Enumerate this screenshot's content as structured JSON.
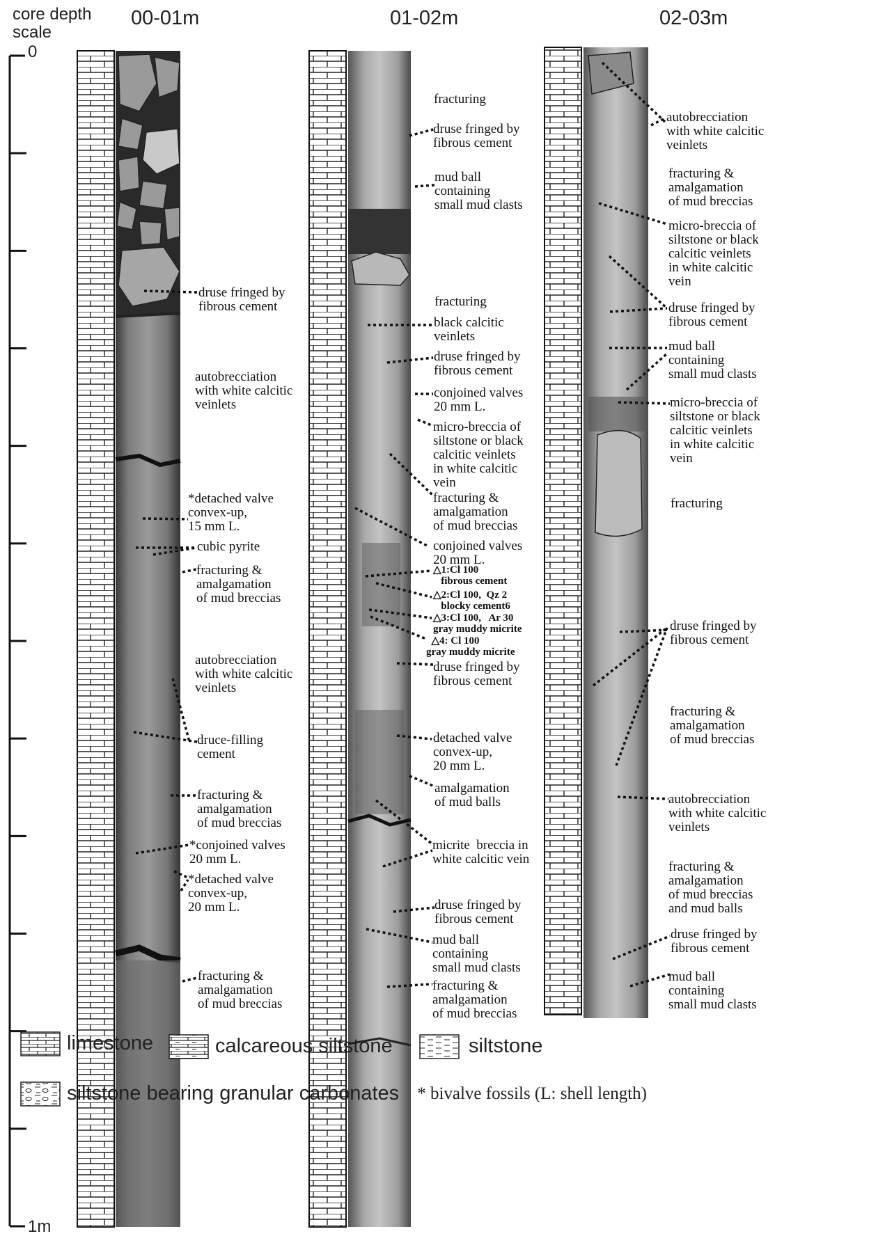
{
  "scale": {
    "title_line1": "core depth",
    "title_line2": "scale",
    "top_label": "0",
    "bottom_label": "1m"
  },
  "columns": [
    {
      "header": "00-01m",
      "annotations": [
        {
          "text": "druse fringed by\nfibrous cement"
        },
        {
          "text": "autobrecciation\nwith white calcitic\nveinlets"
        },
        {
          "text": "*detached valve\nconvex-up,\n15 mm L."
        },
        {
          "text": "cubic pyrite"
        },
        {
          "text": "fracturing &\namalgamation\nof mud breccias"
        },
        {
          "text": "autobrecciation\nwith white calcitic\nveinlets"
        },
        {
          "text": "druce-filling\ncement"
        },
        {
          "text": "fracturing &\namalgamation\nof mud breccias"
        },
        {
          "text": "*conjoined valves\n20 mm L."
        },
        {
          "text": "*detached valve\nconvex-up,\n20 mm L."
        },
        {
          "text": "fracturing &\namalgamation\nof mud breccias"
        }
      ]
    },
    {
      "header": "01-02m",
      "annotations": [
        {
          "text": "fracturing"
        },
        {
          "text": "druse fringed by\nfibrous cement"
        },
        {
          "text": "mud ball\ncontaining\nsmall mud clasts"
        },
        {
          "text": "fracturing"
        },
        {
          "text": "black calcitic\nveinlets"
        },
        {
          "text": "druse fringed by\nfibrous cement"
        },
        {
          "text": "conjoined valves\n20 mm L."
        },
        {
          "text": "micro-breccia of\nsiltstone or black\ncalcitic veinlets\nin white calcitic\nvein"
        },
        {
          "text": "fracturing &\namalgamation\nof mud breccias"
        },
        {
          "text": "conjoined valves\n20 mm L."
        },
        {
          "text": "△1:Cl 100\n   fibrous cement"
        },
        {
          "text": "△2:Cl 100,  Qz 2\n   blocky cement6"
        },
        {
          "text": "△3:Cl 100,   Ar 30\ngray muddy micrite"
        },
        {
          "text": "  △4: Cl 100\ngray muddy micrite"
        },
        {
          "text": "druse fringed by\nfibrous cement"
        },
        {
          "text": "detached valve\nconvex-up,\n20 mm L."
        },
        {
          "text": "amalgamation\nof mud balls"
        },
        {
          "text": "micrite  breccia in\nwhite calcitic vein"
        },
        {
          "text": "druse fringed by\nfibrous cement"
        },
        {
          "text": "mud ball\ncontaining\nsmall mud clasts"
        },
        {
          "text": "fracturing &\namalgamation\nof mud breccias"
        }
      ]
    },
    {
      "header": "02-03m",
      "annotations": [
        {
          "text": "autobrecciation\nwith white calcitic\nveinlets"
        },
        {
          "text": "fracturing &\namalgamation\nof mud breccias"
        },
        {
          "text": "micro-breccia of\nsiltstone or black\ncalcitic veinlets\nin white calcitic\nvein"
        },
        {
          "text": "druse fringed by\nfibrous cement"
        },
        {
          "text": "mud ball\ncontaining\nsmall mud clasts"
        },
        {
          "text": "micro-breccia of\nsiltstone or black\ncalcitic veinlets\nin white calcitic\nvein"
        },
        {
          "text": "fracturing"
        },
        {
          "text": "druse fringed by\nfibrous cement"
        },
        {
          "text": "fracturing &\namalgamation\nof mud breccias"
        },
        {
          "text": "autobrecciation\nwith white calcitic\nveinlets"
        },
        {
          "text": "fracturing &\namalgamation\nof mud breccias\nand mud balls"
        },
        {
          "text": "druse fringed by\nfibrous cement"
        },
        {
          "text": "mud ball\ncontaining\nsmall mud clasts"
        }
      ]
    }
  ],
  "legend": {
    "items": [
      "limestone",
      "calcareous siltstone",
      "siltstone",
      "siltstone bearing granular carbonates"
    ],
    "note": "* bivalve fossils (L: shell length)"
  }
}
